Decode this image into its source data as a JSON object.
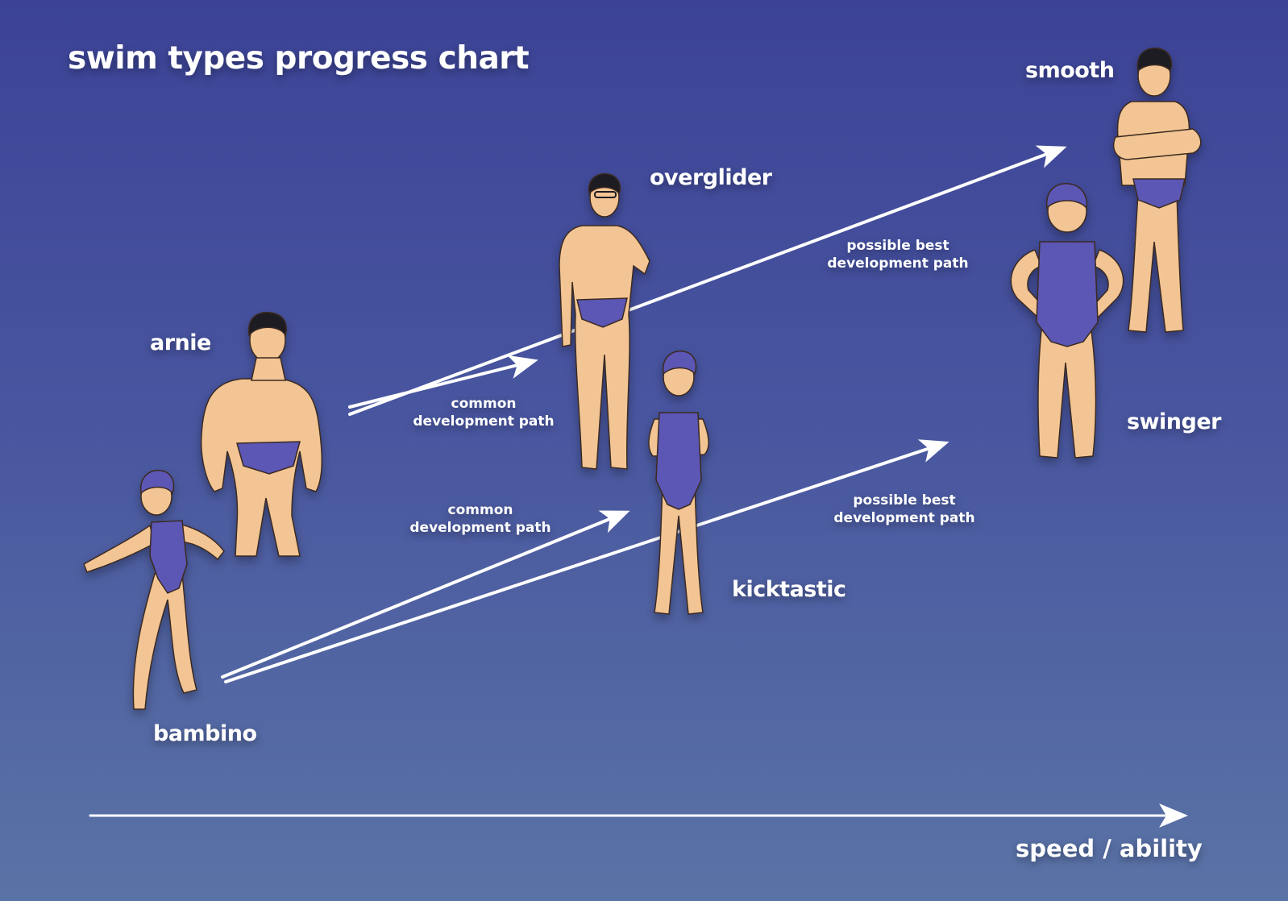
{
  "title": "swim types progress chart",
  "axis_label": "speed / ability",
  "swimmers": {
    "arnie": "arnie",
    "bambino": "bambino",
    "overglider": "overglider",
    "kicktastic": "kicktastic",
    "smooth": "smooth",
    "swinger": "swinger"
  },
  "paths": {
    "common_upper": "common\ndevelopment path",
    "common_lower": "common\ndevelopment path",
    "best_upper": "possible best\ndevelopment path",
    "best_lower": "possible best\ndevelopment path"
  },
  "colors": {
    "skin": "#f3c594",
    "suit": "#5c57b5",
    "hair": "#1e1e24",
    "arrow": "#ffffff"
  }
}
